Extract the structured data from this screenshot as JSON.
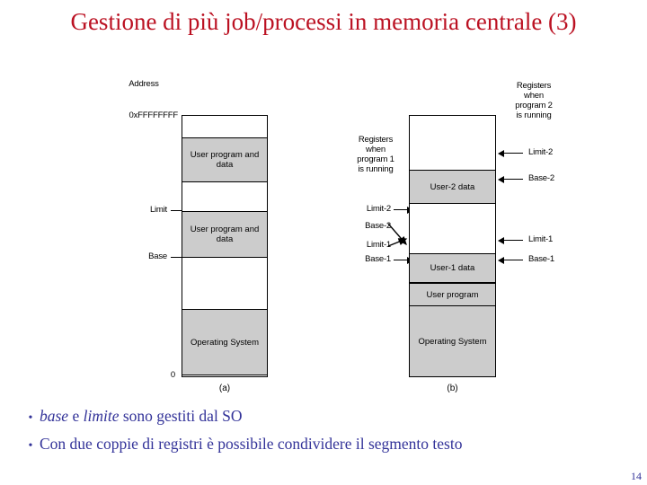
{
  "slide": {
    "title": "Gestione di più job/processi in memoria centrale (3)",
    "title_color": "#bb1122",
    "body_color": "#333399",
    "page_number": "14"
  },
  "figure": {
    "diagram_a": {
      "caption": "(a)",
      "header_label": "Address",
      "top_address": "0xFFFFFFFF",
      "bottom_address": "0",
      "pointer_labels": [
        {
          "name": "limit-pointer",
          "text": "Limit"
        },
        {
          "name": "base-pointer",
          "text": "Base"
        }
      ],
      "blocks": [
        {
          "name": "empty-top",
          "text": "",
          "filled": false
        },
        {
          "name": "user-program-2",
          "text": "User program\nand data",
          "filled": true
        },
        {
          "name": "gap-1",
          "text": "",
          "filled": false
        },
        {
          "name": "user-program-1",
          "text": "User program\nand data",
          "filled": true
        },
        {
          "name": "gap-2",
          "text": "",
          "filled": false
        },
        {
          "name": "operating-system",
          "text": "Operating\nSystem",
          "filled": true
        }
      ]
    },
    "diagram_b": {
      "caption": "(b)",
      "registers_program1_label": "Registers\nwhen\nprogram 1\nis running",
      "registers_program2_label": "Registers\nwhen\nprogram 2\nis running",
      "left_register_labels": [
        {
          "name": "limit-2-left",
          "text": "Limit-2"
        },
        {
          "name": "base-2-left",
          "text": "Base-2"
        },
        {
          "name": "limit-1-left",
          "text": "Limit-1"
        },
        {
          "name": "base-1-left",
          "text": "Base-1"
        }
      ],
      "right_register_labels": [
        {
          "name": "limit-2-right",
          "text": "Limit-2"
        },
        {
          "name": "base-2-right",
          "text": "Base-2"
        },
        {
          "name": "limit-1-right",
          "text": "Limit-1"
        },
        {
          "name": "base-1-right",
          "text": "Base-1"
        }
      ],
      "blocks": [
        {
          "name": "empty-top",
          "text": "",
          "filled": false
        },
        {
          "name": "user-2-data",
          "text": "User-2 data",
          "filled": true
        },
        {
          "name": "gap-1",
          "text": "",
          "filled": false
        },
        {
          "name": "user-1-data",
          "text": "User-1 data",
          "filled": true
        },
        {
          "name": "user-program",
          "text": "User program",
          "filled": true
        },
        {
          "name": "gap-2",
          "text": "",
          "filled": false
        },
        {
          "name": "operating-system",
          "text": "Operating\nSystem",
          "filled": true
        }
      ]
    },
    "fill_color": "#cccccc",
    "outline_color": "#000000"
  },
  "bullets": [
    {
      "name": "bullet-base-limite",
      "marker": "•"
    },
    {
      "name": "bullet-due-coppie",
      "marker": "•",
      "text": "Con due coppie di registri è possibile condividere il segmento testo"
    }
  ],
  "bullet1": {
    "part_a": "base",
    "part_b": " e ",
    "part_c": "limite",
    "part_d": " sono gestiti dal SO"
  }
}
